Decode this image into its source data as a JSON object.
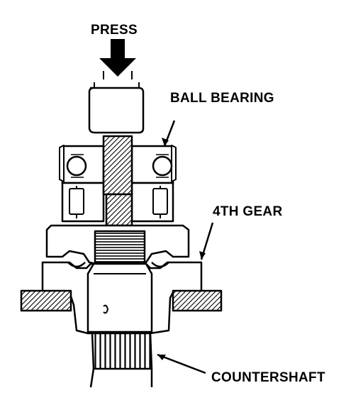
{
  "labels": {
    "press": "PRESS",
    "ball_bearing": "BALL BEARING",
    "fourth_gear": "4TH GEAR",
    "countershaft": "COUNTERSHAFT"
  },
  "colors": {
    "ink": "#000000",
    "paper": "#ffffff"
  }
}
